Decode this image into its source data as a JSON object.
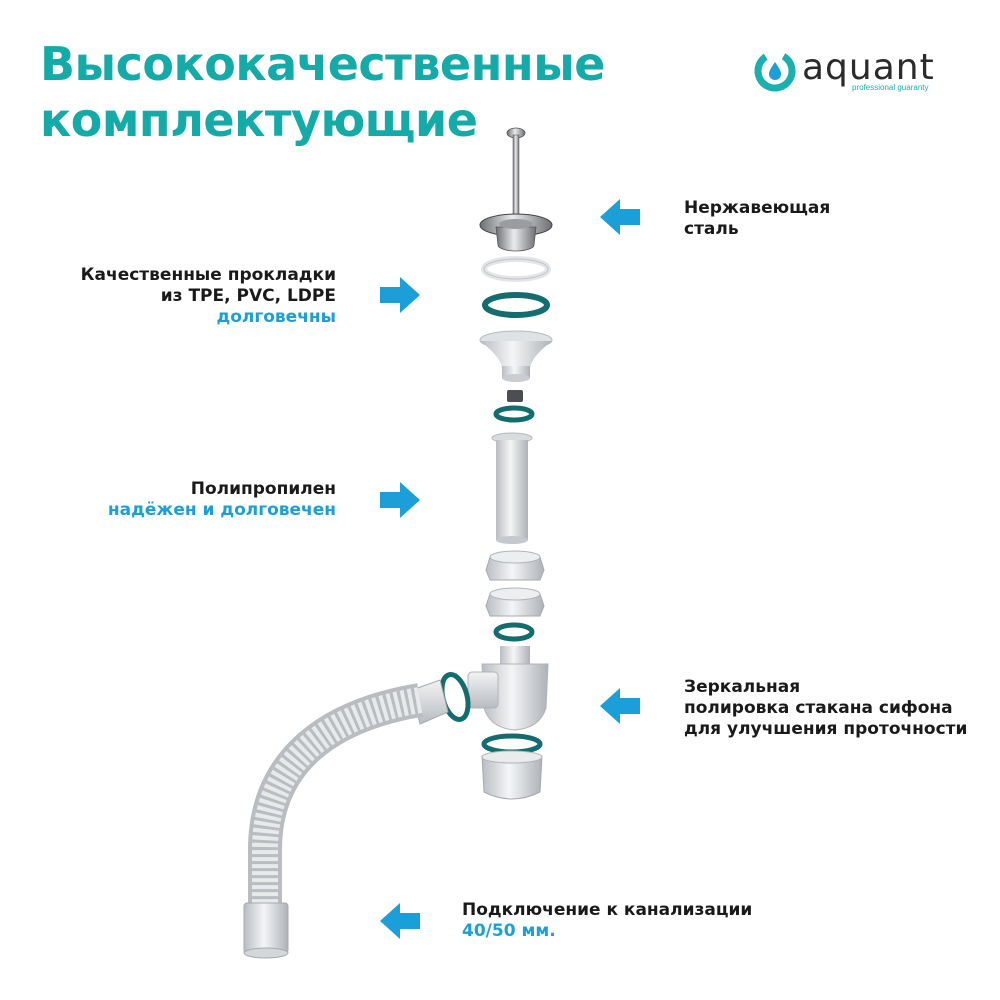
{
  "title": {
    "line1": "Высококачественные",
    "line2": "комплектующие"
  },
  "logo": {
    "wordmark": "aquant",
    "tagline": "professional guaranty",
    "colors": {
      "ring": "#1ab0b0",
      "drop": "#1c9fd8",
      "text": "#2b2b2b"
    }
  },
  "callouts": {
    "steel": {
      "line1": "Нержавеющая",
      "line2": "сталь"
    },
    "gaskets": {
      "line1": "Качественные прокладки",
      "line2": "из TPE, PVC, LDPE",
      "accent": "долговечны"
    },
    "polypropylene": {
      "line1": "Полипропилен",
      "accent": "надёжен и долговечен"
    },
    "polish": {
      "line1": "Зеркальная",
      "line2": "полировка стакана сифона",
      "line3": "для улучшения проточности"
    },
    "connection": {
      "line1": "Подключение к канализации",
      "accent": "40/50 мм."
    }
  },
  "colors": {
    "title": "#14aaa8",
    "accent": "#1c9fd8",
    "arrow": "#1c9fd8",
    "gasket": "#136c6e",
    "plastic": "#e6e8ea"
  },
  "icons": [
    "arrow-left-icon",
    "arrow-right-icon",
    "aquant-logo-icon"
  ]
}
